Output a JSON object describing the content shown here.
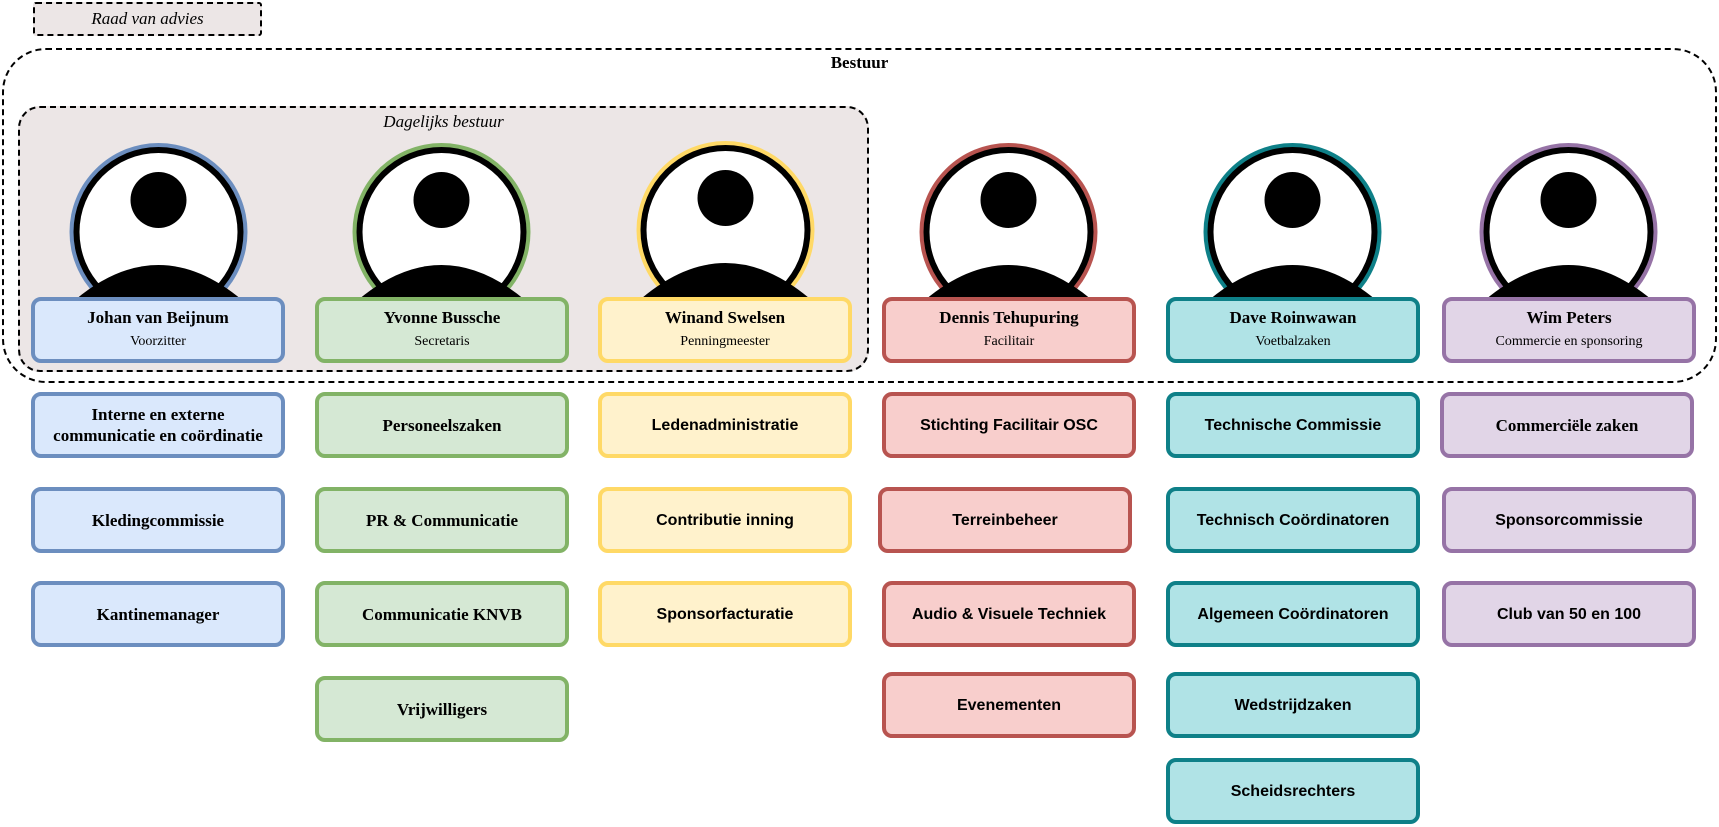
{
  "raad": "Raad van advies",
  "bestuur": "Bestuur",
  "dagelijks": "Dagelijks bestuur",
  "colors": {
    "blue": {
      "border": "#6c8ebf",
      "fill": "#dae8fc"
    },
    "green": {
      "border": "#82b366",
      "fill": "#d5e8d4"
    },
    "yellow": {
      "border": "#ffd966",
      "fill": "#fff2cc"
    },
    "red": {
      "border": "#b85450",
      "fill": "#f8cecc"
    },
    "teal": {
      "border": "#0e8088",
      "fill": "#b0e3e6"
    },
    "purple": {
      "border": "#9673a6",
      "fill": "#e1d5e7"
    }
  },
  "members": [
    {
      "name": "Johan van Beijnum",
      "role": "Voorzitter",
      "icon": "person-avatar-icon"
    },
    {
      "name": "Yvonne Bussche",
      "role": "Secretaris",
      "icon": "person-avatar-icon"
    },
    {
      "name": "Winand Swelsen",
      "role": "Penningmeester",
      "icon": "person-avatar-icon"
    },
    {
      "name": "Dennis Tehupuring",
      "role": "Facilitair",
      "icon": "person-avatar-icon"
    },
    {
      "name": "Dave Roinwawan",
      "role": "Voetbalzaken",
      "icon": "person-avatar-icon"
    },
    {
      "name": "Wim Peters",
      "role": "Commercie en sponsoring",
      "icon": "person-avatar-icon"
    }
  ],
  "columns": [
    [
      "Interne en externe communicatie en coördinatie",
      "Kledingcommissie",
      "Kantinemanager"
    ],
    [
      "Personeelszaken",
      "PR & Communicatie",
      "Communicatie KNVB",
      "Vrijwilligers"
    ],
    [
      "Ledenadministratie",
      "Contributie inning",
      "Sponsorfacturatie"
    ],
    [
      "Stichting Facilitair OSC",
      "Terreinbeheer",
      "Audio & Visuele Techniek",
      "Evenementen"
    ],
    [
      "Technische Commissie",
      "Technisch Coördinatoren",
      "Algemeen Coördinatoren",
      "Wedstrijdzaken",
      "Scheidsrechters"
    ],
    [
      "Commerciële zaken",
      "Sponsorcommissie",
      "Club van 50 en 100"
    ]
  ]
}
